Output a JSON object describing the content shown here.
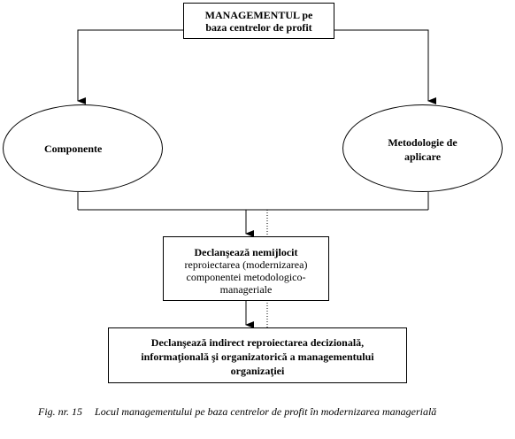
{
  "top_box": {
    "line1": "MANAGEMENTUL pe",
    "line2": "baza centrelor de profit"
  },
  "left_ellipse": {
    "label": "Componente"
  },
  "right_ellipse": {
    "line1": "Metodologie de",
    "line2": "aplicare"
  },
  "middle_box": {
    "heading": "Declanşează nemijlocit",
    "line1": "reproiectarea (modernizarea)",
    "line2": "componentei metodologico-",
    "line3": "manageriale"
  },
  "bottom_box": {
    "line1": "Declanşează indirect reproiectarea decizională,",
    "line2": "informaţională şi organizatorică a managementului",
    "line3": "organizaţiei"
  },
  "caption": {
    "fig_label": "Fig. nr. 15",
    "text": "Locul managementului pe baza centrelor de profit în modernizarea managerială"
  },
  "colors": {
    "line": "#000000",
    "background": "#ffffff"
  }
}
